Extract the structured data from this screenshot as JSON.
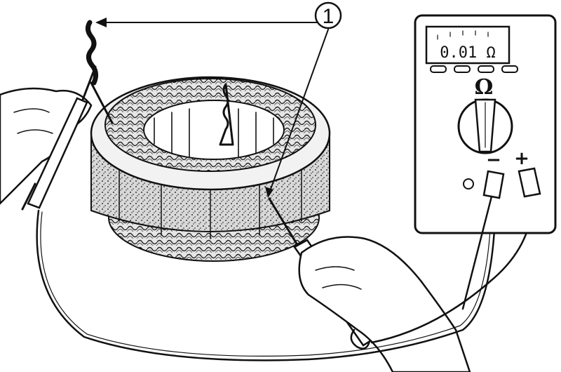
{
  "callout": {
    "number": "1"
  },
  "multimeter": {
    "reading": "0.01 Ω",
    "dial_symbol": "Ω",
    "terminal_minus": "−",
    "terminal_plus": "+"
  },
  "colors": {
    "ink": "#111111",
    "background": "#ffffff"
  }
}
